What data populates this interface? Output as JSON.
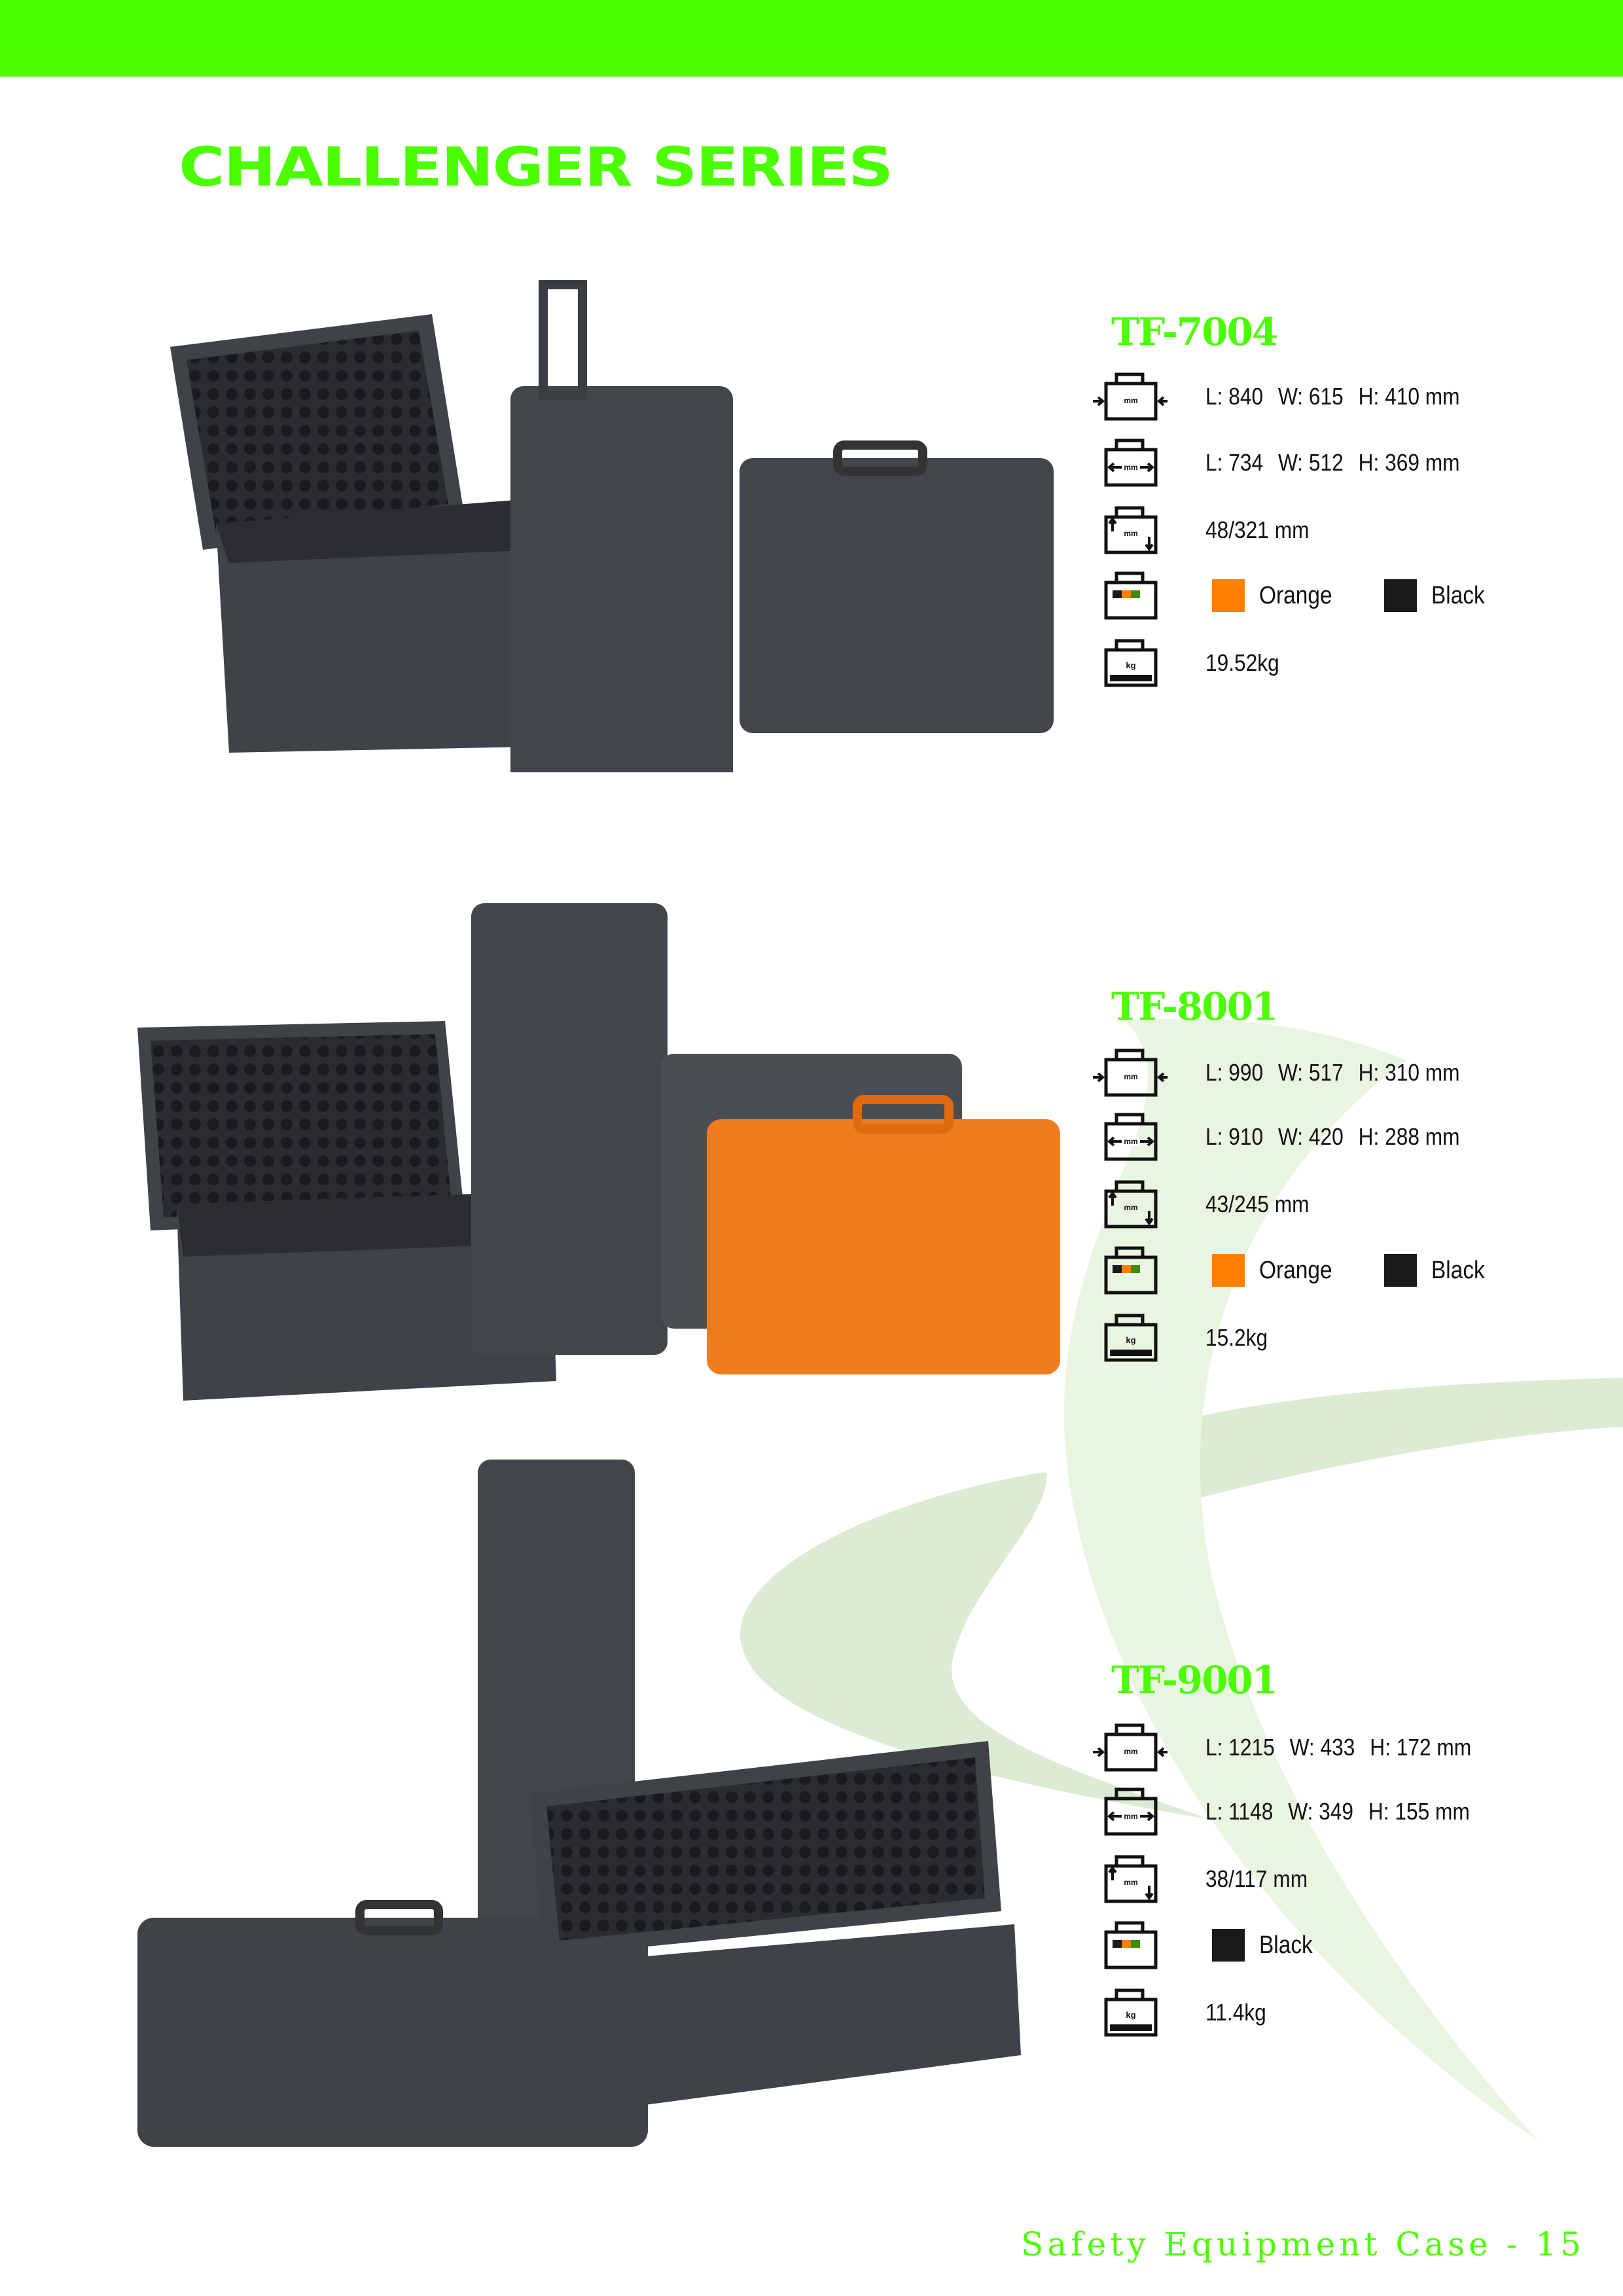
{
  "header": {
    "series_title": "CHALLENGER SERIES"
  },
  "colors": {
    "brand_green": "#4cff00",
    "orange": "#ff8000",
    "black": "#1a1a1a",
    "case_gray": "#3f4348"
  },
  "products": [
    {
      "model": "TF-7004",
      "outer": {
        "l": "L: 840",
        "w": "W: 615",
        "h": "H: 410 mm"
      },
      "inner": {
        "l": "L: 734",
        "w": "W: 512",
        "h": "H: 369 mm"
      },
      "depth": "48/321 mm",
      "colors": [
        {
          "name": "Orange",
          "hex": "#ff8000"
        },
        {
          "name": "Black",
          "hex": "#1a1a1a"
        }
      ],
      "weight": "19.52kg"
    },
    {
      "model": "TF-8001",
      "outer": {
        "l": "L: 990",
        "w": "W: 517",
        "h": "H: 310 mm"
      },
      "inner": {
        "l": "L: 910",
        "w": "W: 420",
        "h": "H: 288 mm"
      },
      "depth": "43/245 mm",
      "colors": [
        {
          "name": "Orange",
          "hex": "#ff8000"
        },
        {
          "name": "Black",
          "hex": "#1a1a1a"
        }
      ],
      "weight": "15.2kg"
    },
    {
      "model": "TF-9001",
      "outer": {
        "l": "L: 1215",
        "w": "W: 433",
        "h": "H: 172 mm"
      },
      "inner": {
        "l": "L: 1148",
        "w": "W: 349",
        "h": "H: 155 mm"
      },
      "depth": "38/117 mm",
      "colors": [
        {
          "name": "Black",
          "hex": "#1a1a1a"
        }
      ],
      "weight": "11.4kg"
    }
  ],
  "icon_labels": {
    "mm": "mm",
    "kg": "kg"
  },
  "footer": {
    "text": "Safety Equipment Case - 15"
  }
}
